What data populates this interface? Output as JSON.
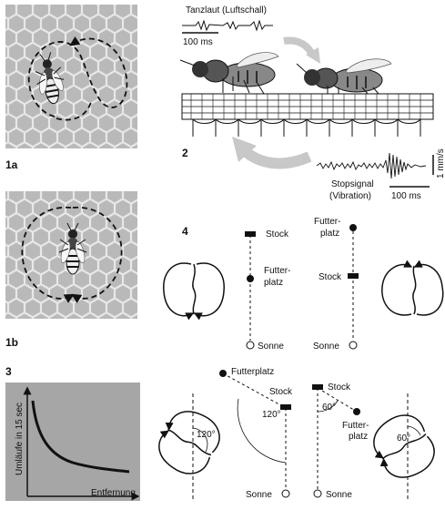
{
  "panel_labels": {
    "p1a": "1a",
    "p1b": "1b",
    "p2": "2",
    "p3": "3",
    "p4": "4"
  },
  "panel2": {
    "tanzlaut": "Tanzlaut (Luftschall)",
    "scale_top": "100 ms",
    "stopsignal_line1": "Stopsignal",
    "stopsignal_line2": "(Vibration)",
    "scale_bottom": "100 ms",
    "amplitude_scale": "1 mm/s"
  },
  "panel3": {
    "y_label": "Umläufe in 15 sec",
    "x_label": "Entfernung",
    "chart_data": {
      "type": "line",
      "title": "",
      "xlabel": "Entfernung",
      "ylabel": "Umläufe in 15 sec",
      "curve": "decreasing",
      "x_ticks": [],
      "y_ticks": []
    }
  },
  "panel4": {
    "top_left": {
      "stock": "Stock",
      "futter_line1": "Futter-",
      "futter_line2": "platz",
      "sonne": "Sonne"
    },
    "top_right": {
      "futter_line1": "Futter-",
      "futter_line2": "platz",
      "stock": "Stock",
      "sonne": "Sonne"
    },
    "bottom_left": {
      "futterplatz": "Futterplatz",
      "stock": "Stock",
      "angle": "120°",
      "dance_angle": "120°",
      "sonne": "Sonne"
    },
    "bottom_right": {
      "stock": "Stock",
      "angle": "60°",
      "futter_line1": "Futter-",
      "futter_line2": "platz",
      "dance_angle": "60°",
      "sonne": "Sonne"
    }
  },
  "colors": {
    "honeycomb_bg": "#b9b9b9",
    "honeycomb_line": "#e6e6e6",
    "graph_bg": "#a6a6a6",
    "arrow_gray": "#c8c8c8",
    "ink": "#111111"
  }
}
